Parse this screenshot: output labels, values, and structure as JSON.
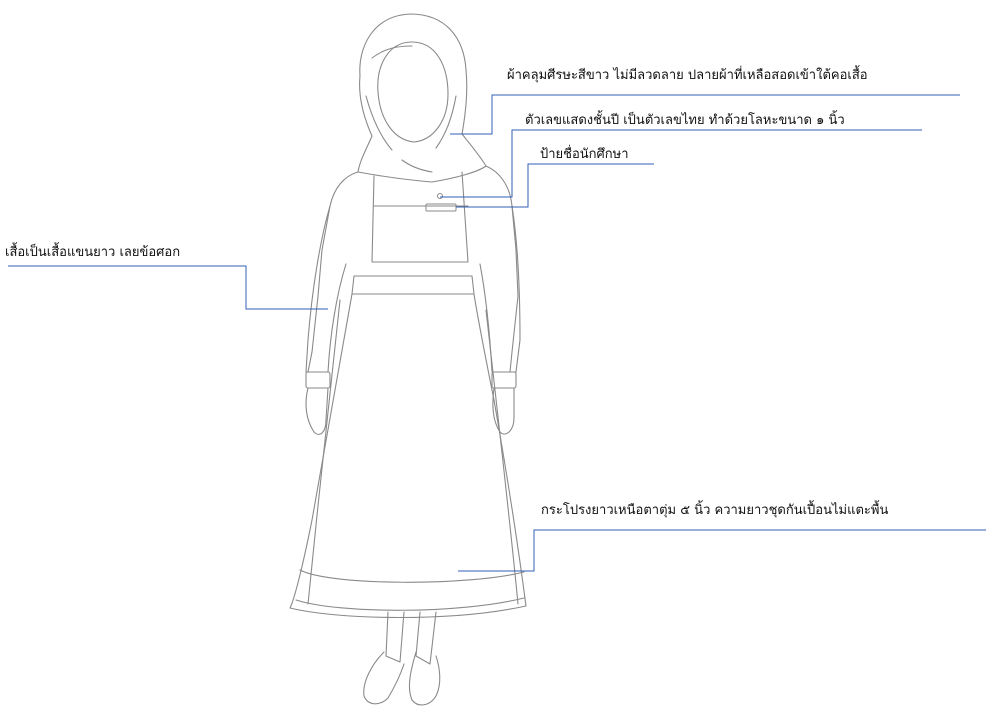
{
  "callouts": {
    "hijab": "ผ้าคลุมศีรษะสีขาว ไม่มีลวดลาย ปลายผ้าที่เหลือสอดเข้าใต้คอเสื้อ",
    "number_pin": "ตัวเลขแสดงชั้นปี เป็นตัวเลขไทย ทำด้วยโลหะขนาด ๑ นิ้ว",
    "name_tag": "ป้ายชื่อนักศึกษา",
    "blouse": "เสื้อเป็นเสื้อแขนยาว เลยข้อศอก",
    "skirt": "กระโปรงยาวเหนือตาตุ่ม ๕ นิ้ว ความยาวชุดกันเปื้อนไม่แตะพื้น"
  },
  "colors": {
    "leader_line": "#2f5fb5",
    "outline": "#8a8a8a",
    "text": "#111111"
  }
}
